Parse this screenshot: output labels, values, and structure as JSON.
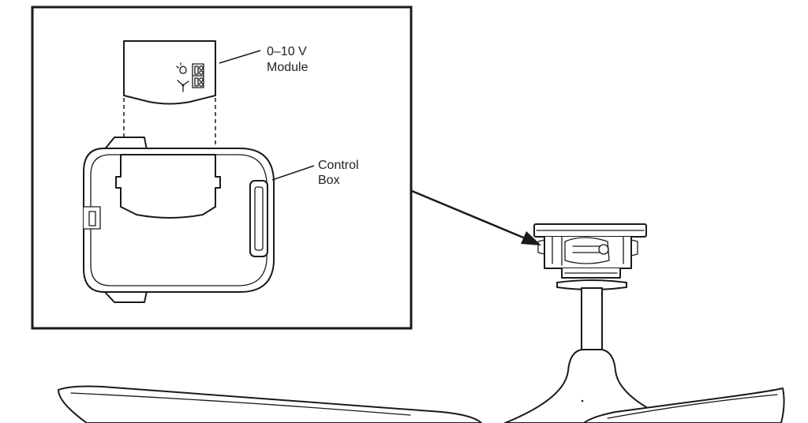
{
  "callouts": {
    "module": {
      "line1": "0–10 V",
      "line2": "Module"
    },
    "control_box": {
      "line1": "Control",
      "line2": "Box"
    }
  },
  "colors": {
    "ink": "#1a1a1a",
    "background": "#ffffff"
  }
}
